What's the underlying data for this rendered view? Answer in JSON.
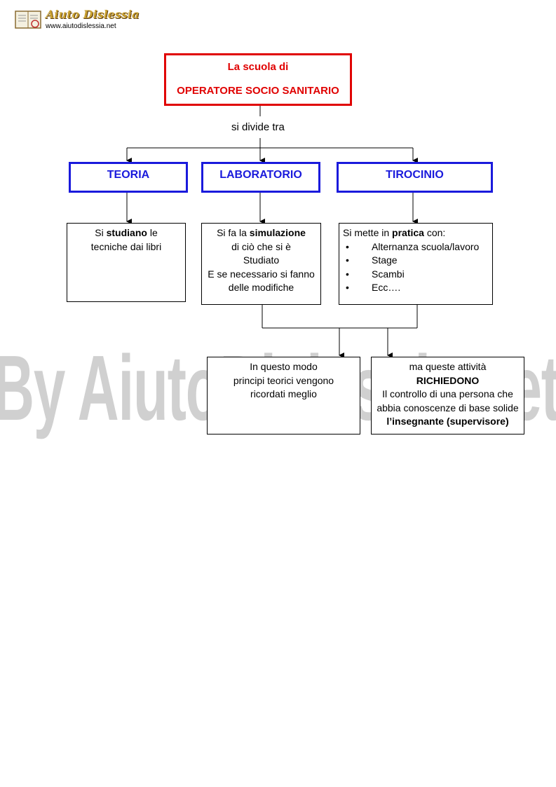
{
  "header": {
    "logo_title": "Aiuto Dislessia",
    "logo_url": "www.aiutodislessia.net"
  },
  "watermark": "By AiutoDislessia.net",
  "diagram": {
    "title_line1": "La scuola di",
    "title_line2": "OPERATORE SOCIO SANITARIO",
    "connector": "si divide tra",
    "branches": {
      "teoria": "TEORIA",
      "laboratorio": "LABORATORIO",
      "tirocinio": "TIROCINIO"
    },
    "teoria_desc": {
      "pre": "Si ",
      "bold": "studiano",
      "post": " le",
      "line2": "tecniche dai libri"
    },
    "lab_desc": {
      "pre": "Si fa la ",
      "bold": "simulazione",
      "line2": "di ciò che si è",
      "line3": "Studiato",
      "line4": "E se necessario si fanno",
      "line5": "delle modifiche"
    },
    "tirocinio_desc": {
      "pre": "Si mette in ",
      "bold": "pratica",
      "post": " con:",
      "items": [
        "Alternanza scuola/lavoro",
        "Stage",
        "Scambi",
        "Ecc…."
      ]
    },
    "result_left": {
      "line1": "In questo modo",
      "line2": "principi teorici vengono",
      "line3": "ricordati meglio"
    },
    "result_right": {
      "line1": "ma queste attività",
      "line2": "RICHIEDONO",
      "line3": "Il controllo di una persona che",
      "line4": "abbia conoscenze di base solide",
      "line5": "l’insegnante (supervisore)"
    }
  },
  "colors": {
    "title": "#e00000",
    "branch": "#1a1adc",
    "watermark": "#d0d0d0"
  }
}
